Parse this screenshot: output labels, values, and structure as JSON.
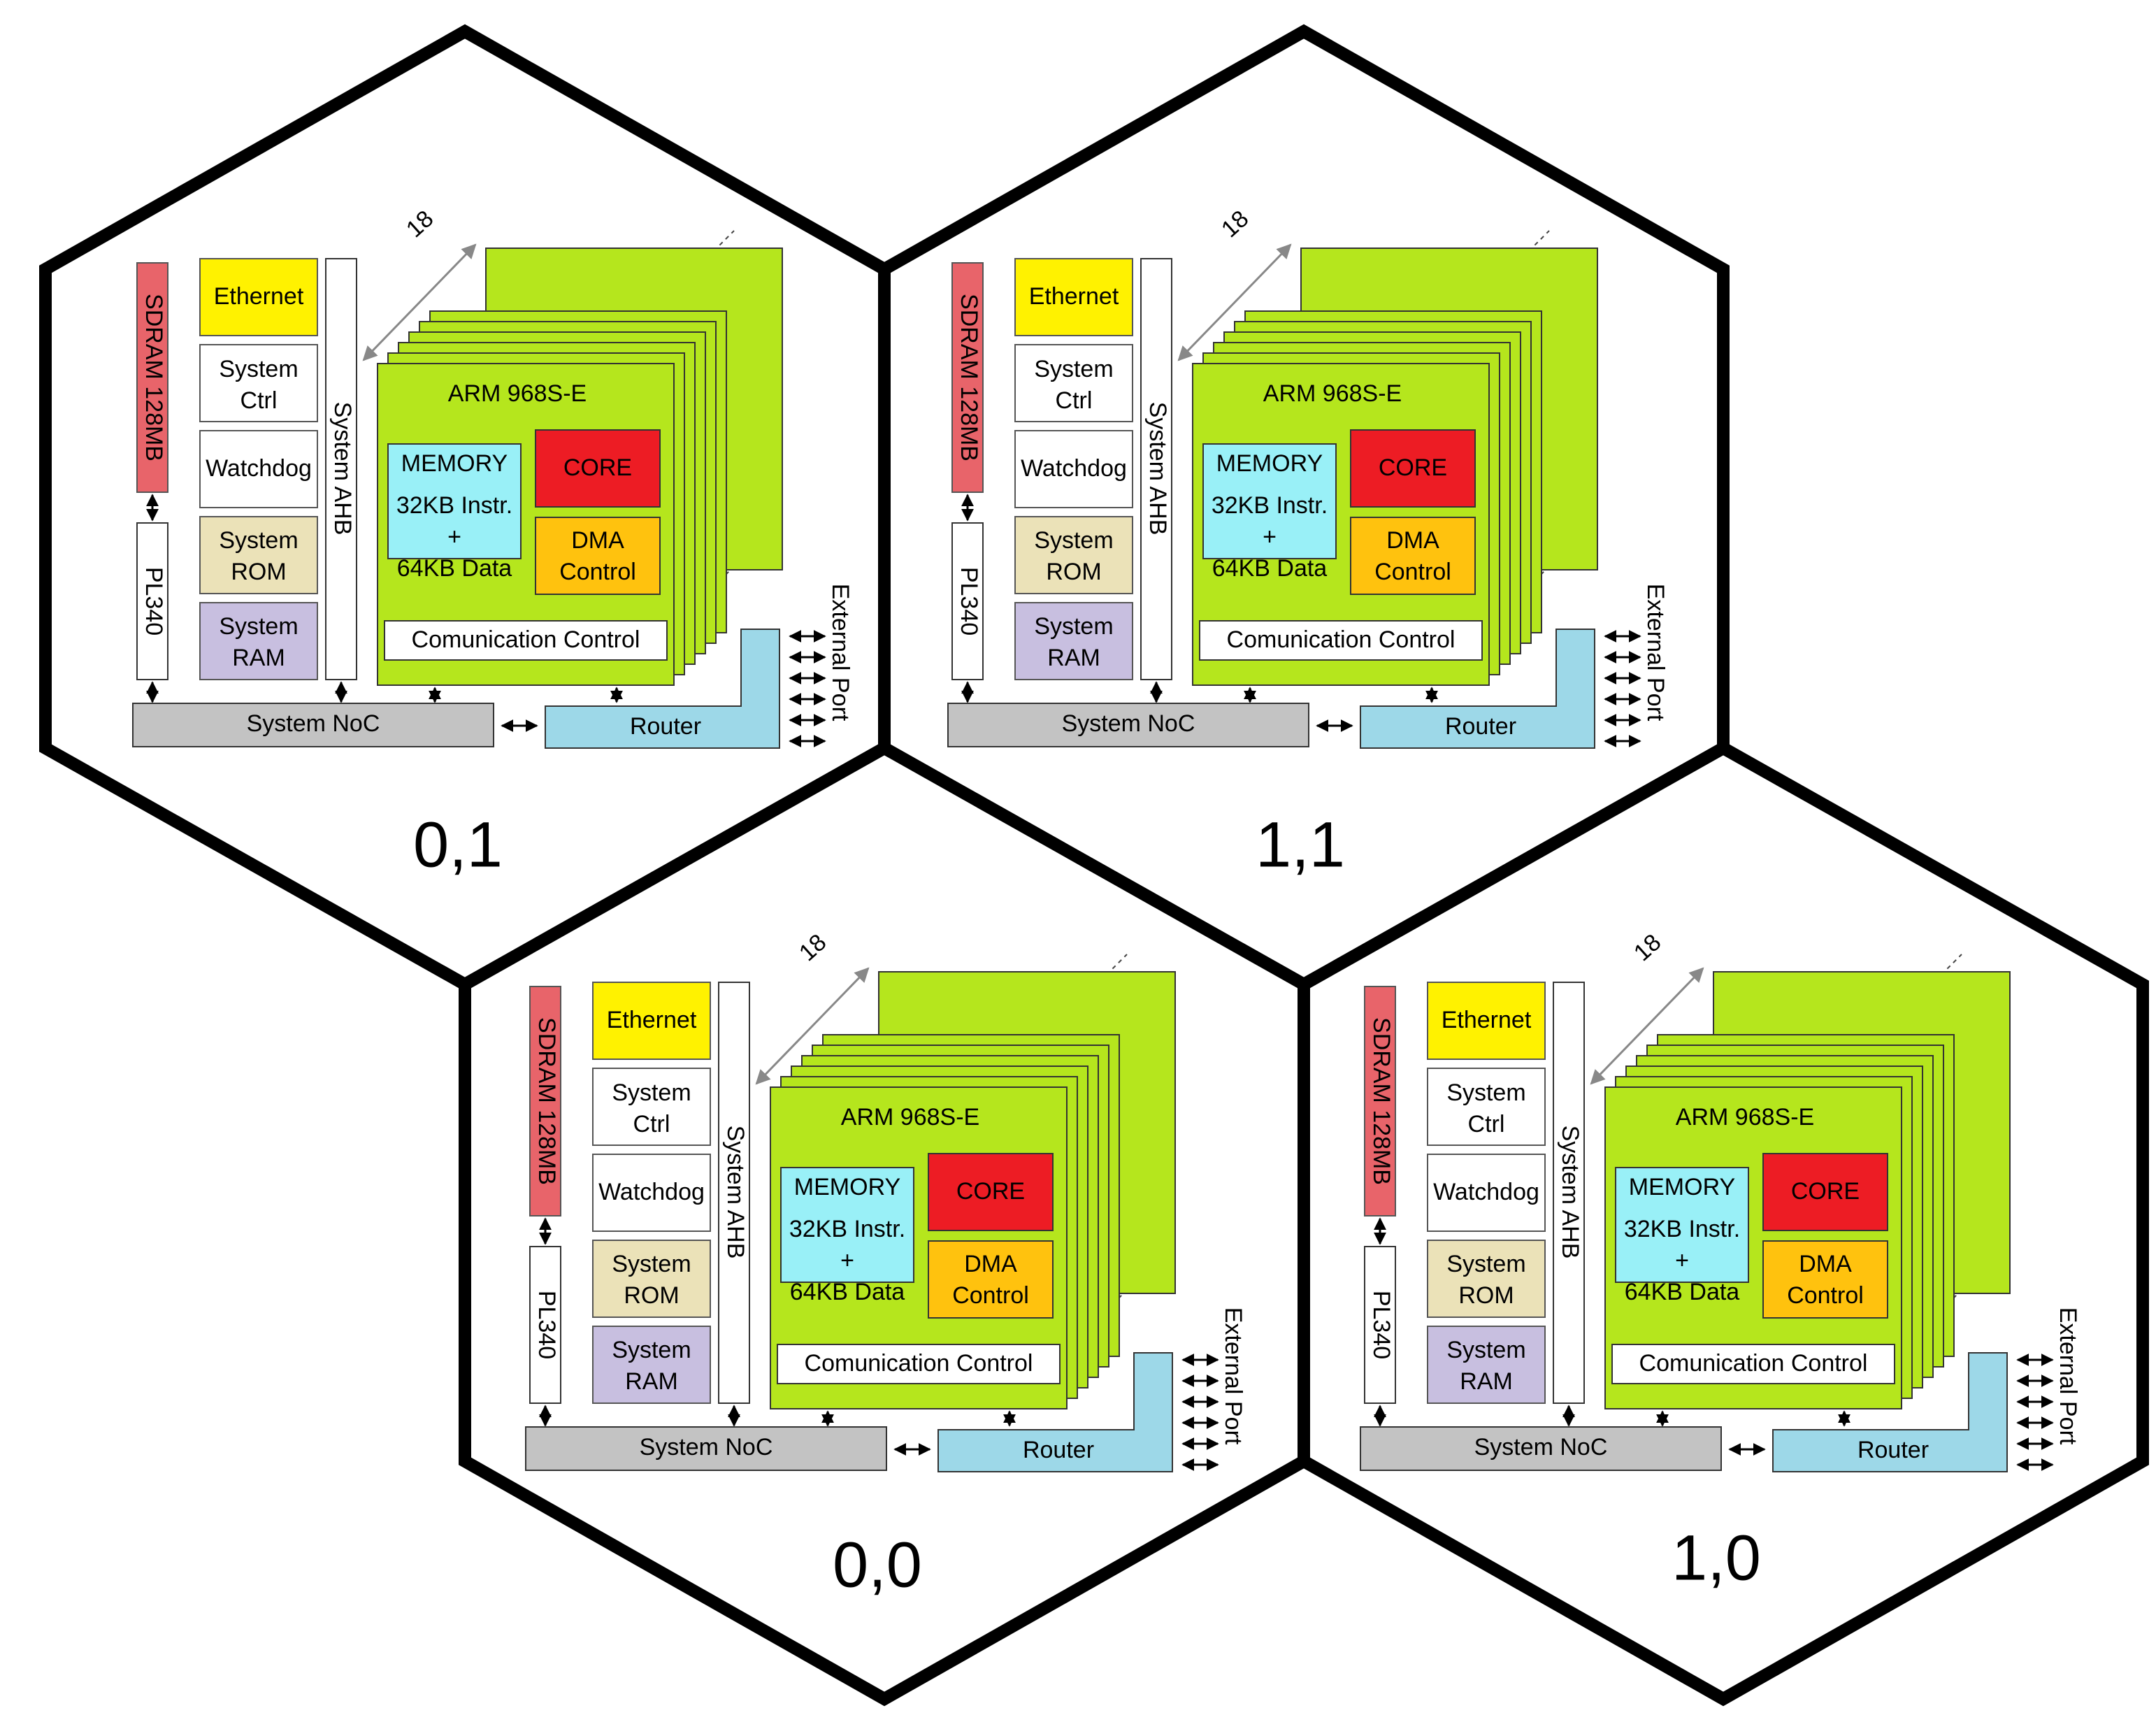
{
  "colors": {
    "sdram": "#e8646a",
    "ethernet": "#fff200",
    "rom": "#ebe2b8",
    "ram": "#c8bfe0",
    "arm": "#b5e61d",
    "core": "#ed1c24",
    "dma": "#ffc20e",
    "memory": "#99f0f7",
    "router": "#9dd8e8",
    "noc": "#c3c3c3",
    "hex_stroke": "#000000"
  },
  "chip_labels": {
    "sdram": "SDRAM 128MB",
    "pl340": "PL340",
    "ethernet": "Ethernet",
    "system_ctrl_1": "System",
    "system_ctrl_2": "Ctrl",
    "watchdog": "Watchdog",
    "rom_1": "System",
    "rom_2": "ROM",
    "ram_1": "System",
    "ram_2": "RAM",
    "ahb": "System AHB",
    "count": "18",
    "arm_title": "ARM 968S-E",
    "memory_1": "MEMORY",
    "memory_2": "32KB Instr.",
    "memory_3": "+",
    "memory_4": "64KB Data",
    "core": "CORE",
    "dma_1": "DMA",
    "dma_2": "Control",
    "comm": "Comunication Control",
    "noc": "System NoC",
    "router": "Router",
    "external_port": "External Port"
  },
  "nodes": [
    {
      "label": "0,1"
    },
    {
      "label": "1,1"
    },
    {
      "label": "0,0"
    },
    {
      "label": "1,0"
    }
  ]
}
